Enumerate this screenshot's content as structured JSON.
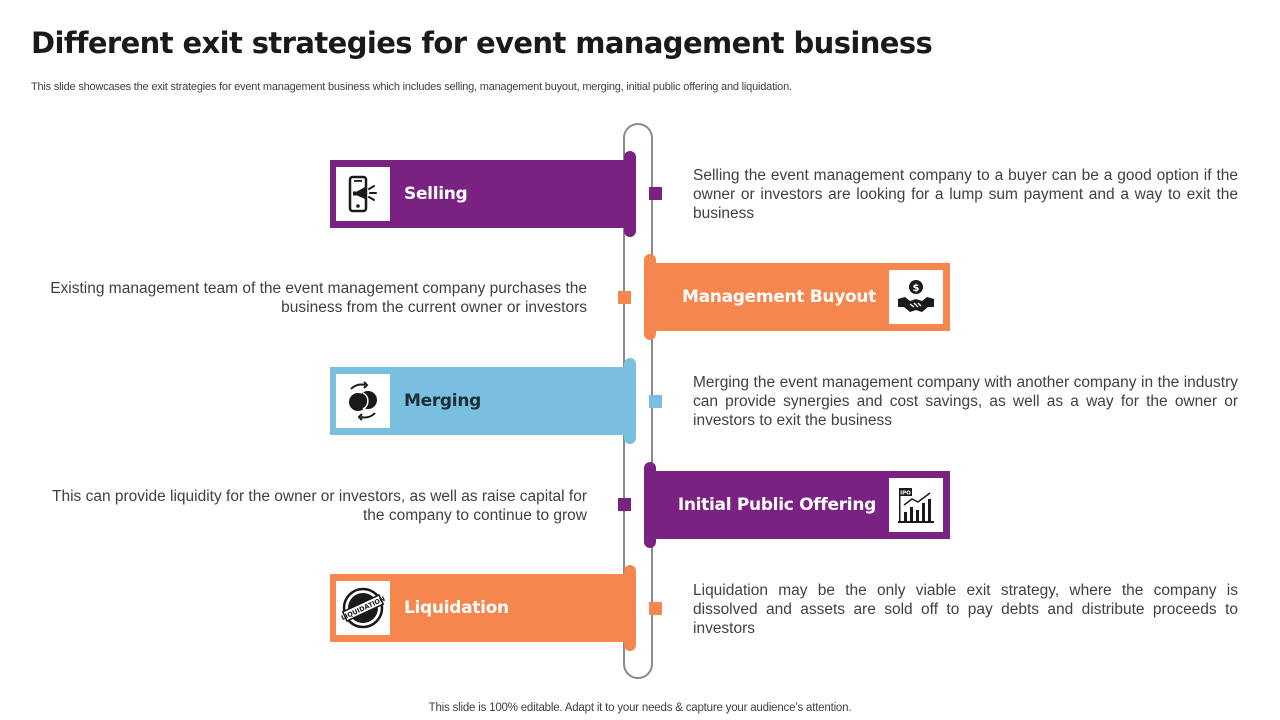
{
  "title": "Different exit strategies for event management business",
  "subtitle": "This slide showcases the exit strategies for event management business which includes selling, management buyout, merging, initial public offering and liquidation.",
  "footer": "This slide is 100% editable. Adapt it to your needs & capture your audience’s attention.",
  "colors": {
    "purple": "#7a2282",
    "orange": "#f5864e",
    "blue": "#79bfe0",
    "track": "#8a8a8a"
  },
  "strategies": [
    {
      "label": "Selling",
      "icon": "megaphone-phone-icon",
      "color": "#7a2282",
      "description": "Selling the event management company to a buyer can be a good option if the owner or investors are looking for a lump sum payment and a way to exit the business"
    },
    {
      "label": "Management Buyout",
      "icon": "handshake-dollar-icon",
      "color": "#f5864e",
      "description": "Existing management team of the event management company purchases the business from the current owner or investors"
    },
    {
      "label": "Merging",
      "icon": "merge-circles-icon",
      "color": "#79bfe0",
      "description": "Merging the event management company with another company in the industry can provide synergies and cost savings, as well as a way for the owner or investors to exit the business"
    },
    {
      "label": "Initial Public Offering",
      "icon": "ipo-chart-icon",
      "color": "#7a2282",
      "description": "This can provide liquidity for the owner or investors, as well as raise capital for the company to continue to grow"
    },
    {
      "label": "Liquidation",
      "icon": "liquidation-stamp-icon",
      "color": "#f5864e",
      "description": "Liquidation may be the only viable exit strategy, where the company is dissolved and assets are sold off to pay debts and distribute proceeds to investors"
    }
  ],
  "icon_text": {
    "ipo": "IPO",
    "liquidation": "LIQUIDATION"
  }
}
